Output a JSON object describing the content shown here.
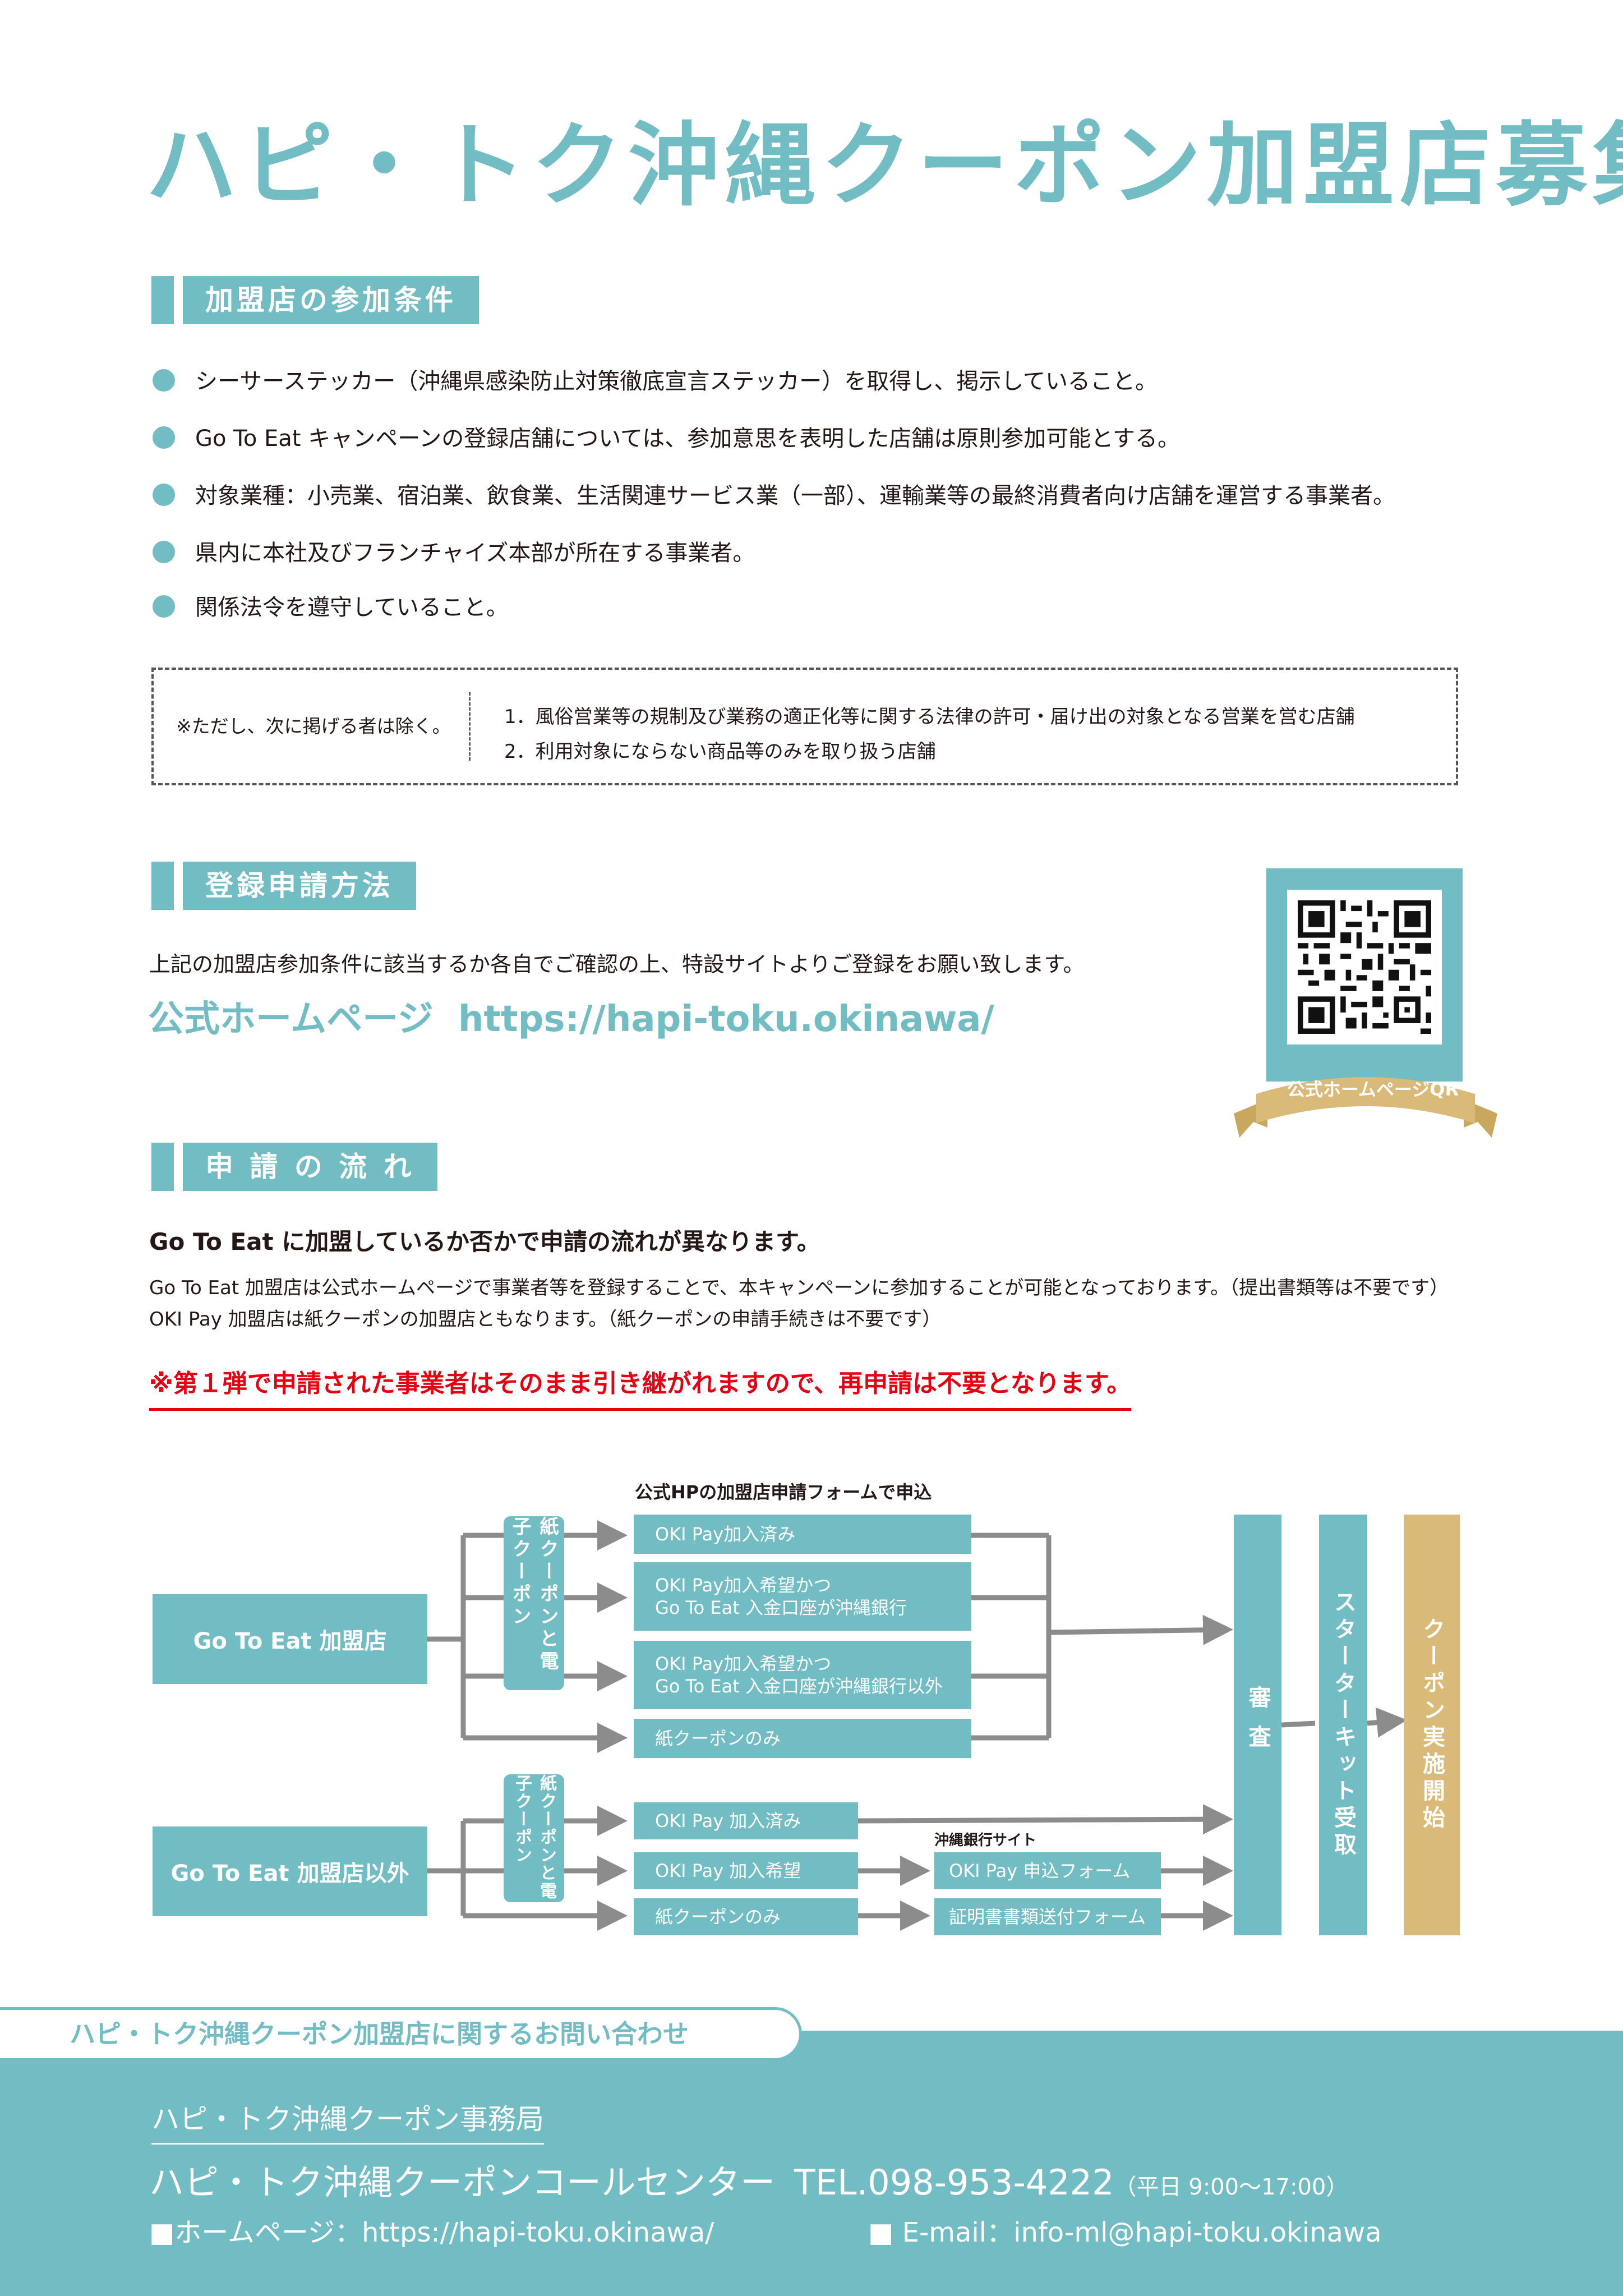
{
  "title": "ハピ・トク沖縄クーポン加盟店募集",
  "section1": {
    "label": "加盟店の参加条件",
    "bullets": [
      "シーサーステッカー（沖縄県感染防止対策徹底宣言ステッカー）を取得し、掲示していること。",
      "Go To Eat キャンペーンの登録店舗については、参加意思を表明した店舗は原則参加可能とする。",
      "対象業種：小売業、宿泊業、飲食業、生活関連サービス業（一部）、運輸業等の最終消費者向け店舗を運営する事業者。",
      "県内に本社及びフランチャイズ本部が所在する事業者。",
      "関係法令を遵守していること。"
    ],
    "exception_label": "※ただし、次に掲げる者は除く。",
    "exceptions": [
      "1．風俗営業等の規制及び業務の適正化等に関する法律の許可・届け出の対象となる営業を営む店舗",
      "2．利用対象にならない商品等のみを取り扱う店舗"
    ]
  },
  "section2": {
    "label": "登録申請方法",
    "text": "上記の加盟店参加条件に該当するか各自でご確認の上、特設サイトよりご登録をお願い致します。",
    "homepage_label": "公式ホームページ",
    "homepage_url": "https://hapi-toku.okinawa/",
    "qr_caption": "公式ホームページQR"
  },
  "section3": {
    "label": "申 請 の 流 れ",
    "lead": "Go To Eat に加盟しているか否かで申請の流れが異なります。",
    "line1": "Go To Eat 加盟店は公式ホームページで事業者等を登録することで、本キャンペーンに参加することが可能となっております。（提出書類等は不要です）",
    "line2": "OKI Pay 加盟店は紙クーポンの加盟店ともなります。（紙クーポンの申請手続きは不要です）",
    "red_note": "※第１弾で申請された事業者はそのまま引き継がれますので、再申請は不要となります。"
  },
  "flow": {
    "form_caption": "公式HPの加盟店申請フォームで申込",
    "group1": "Go To Eat 加盟店",
    "group2": "Go To Eat 加盟店以外",
    "coupon_type": "紙クーポンと電子クーポン",
    "g1_items": [
      "OKI Pay加入済み",
      "OKI Pay加入希望かつ\nGo To Eat 入金口座が沖縄銀行",
      "OKI Pay加入希望かつ\nGo To Eat 入金口座が沖縄銀行以外",
      "紙クーポンのみ"
    ],
    "g2_items": [
      "OKI Pay 加入済み",
      "OKI Pay 加入希望",
      "紙クーポンのみ"
    ],
    "bank_site": "沖縄銀行サイト",
    "bank_forms": [
      "OKI Pay 申込フォーム",
      "証明書書類送付フォーム"
    ],
    "review": "審査",
    "starter_kit": "スターターキット受取",
    "start": "クーポン実施開始"
  },
  "footer": {
    "tab": "ハピ・トク沖縄クーポン加盟店に関するお問い合わせ",
    "office": "ハピ・トク沖縄クーポン事務局",
    "call_center": "ハピ・トク沖縄クーポンコールセンター",
    "tel": "TEL.098-953-4222",
    "hours": "（平日 9:00～17:00）",
    "homepage": "■ホームページ：https://hapi-toku.okinawa/",
    "email": "■ E-mail：info-ml@hapi-toku.okinawa"
  },
  "colors": {
    "accent": "#72bcc4",
    "gold": "#d9ba79",
    "red": "#e60012",
    "arrow": "#8c8c8c"
  }
}
